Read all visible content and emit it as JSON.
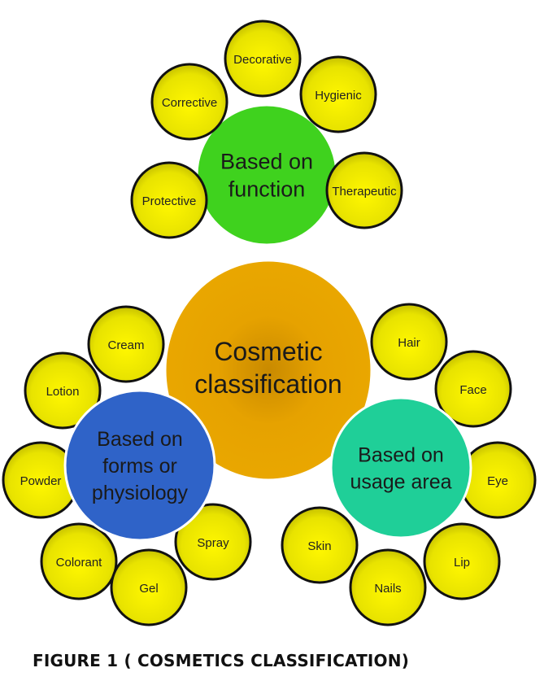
{
  "center": {
    "lines": [
      "Cosmetic",
      "classification"
    ],
    "color": "#e8a400"
  },
  "groups": [
    {
      "key": "function",
      "lines": [
        "Based on",
        "function"
      ],
      "color": "#3fd21e",
      "items": [
        "Decorative",
        "Corrective",
        "Hygienic",
        "Protective",
        "Therapeutic"
      ]
    },
    {
      "key": "forms",
      "lines": [
        "Based on",
        "forms or",
        "physiology"
      ],
      "color": "#2f63c8",
      "items": [
        "Cream",
        "Lotion",
        "Powder",
        "Colorant",
        "Gel",
        "Spray"
      ]
    },
    {
      "key": "usage",
      "lines": [
        "Based on",
        "usage area"
      ],
      "color": "#1fcf98",
      "items": [
        "Hair",
        "Face",
        "Eye",
        "Lip",
        "Nails",
        "Skin"
      ]
    }
  ],
  "leaf_color": "#f2ee00",
  "caption": "FIGURE  1 ( COSMETICS CLASSIFICATION)"
}
